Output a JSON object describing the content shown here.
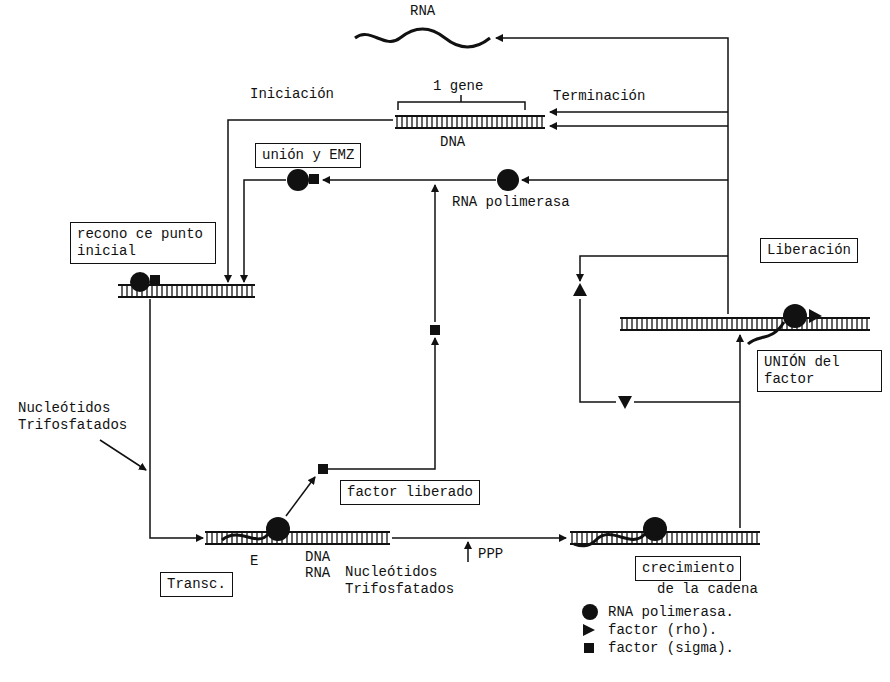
{
  "diagram": {
    "nodes": [
      {
        "text": [
          "unión y EMZ"
        ]
      },
      {
        "text": [
          "recono ce punto inicial"
        ]
      },
      {
        "text": [
          "Liberación"
        ]
      },
      {
        "text": [
          "UNIÓN del factor"
        ]
      },
      {
        "text": [
          "factor liberado"
        ]
      },
      {
        "text": [
          "crecimiento",
          "de la cadena"
        ]
      },
      {
        "text": [
          "Transc."
        ]
      }
    ],
    "labels": [
      "RNA",
      "Iniciación",
      "1 gene",
      "Terminación",
      "DNA",
      "RNA polimerasa",
      "Nucleótidos Trifosfatados",
      "E",
      "DNA",
      "RNA",
      "Nucleótidos Trifosfatados",
      "PPP"
    ],
    "legend": [
      {
        "text": "RNA polimerasa."
      },
      {
        "text": "factor (rho)."
      },
      {
        "text": "factor (sigma)."
      }
    ]
  }
}
